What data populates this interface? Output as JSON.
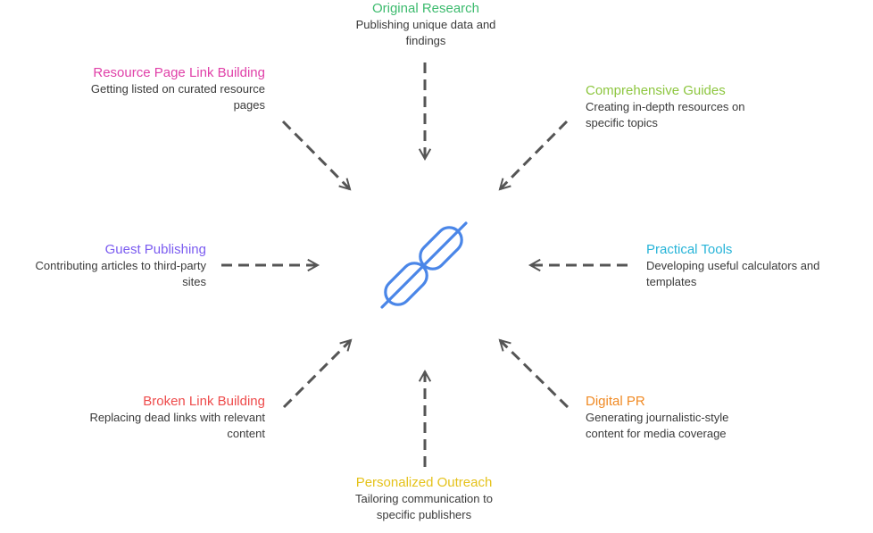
{
  "colors": {
    "arrow": "#555555",
    "chain": "#4a86e8",
    "original_research": "#3dbb6e",
    "resource_page": "#e040a8",
    "comprehensive_guides": "#8dc63f",
    "guest_publishing": "#7b5cf0",
    "practical_tools": "#27b4d8",
    "broken_link": "#ee4b4b",
    "digital_pr": "#f08a24",
    "personalized_outreach": "#e5c21a"
  },
  "center_icon": "chain-link-icon",
  "nodes": {
    "original_research": {
      "title": "Original Research",
      "desc": "Publishing unique data and findings"
    },
    "resource_page": {
      "title": "Resource Page Link Building",
      "desc": "Getting listed on curated resource pages"
    },
    "comprehensive_guides": {
      "title": "Comprehensive Guides",
      "desc": "Creating in-depth resources on specific topics"
    },
    "guest_publishing": {
      "title": "Guest Publishing",
      "desc": "Contributing articles to third-party sites"
    },
    "practical_tools": {
      "title": "Practical Tools",
      "desc": "Developing useful calculators and templates"
    },
    "broken_link": {
      "title": "Broken Link Building",
      "desc": "Replacing dead links with relevant content"
    },
    "digital_pr": {
      "title": "Digital PR",
      "desc": "Generating journalistic-style content for media coverage"
    },
    "personalized_outreach": {
      "title": "Personalized Outreach",
      "desc": "Tailoring communication to specific publishers"
    }
  }
}
